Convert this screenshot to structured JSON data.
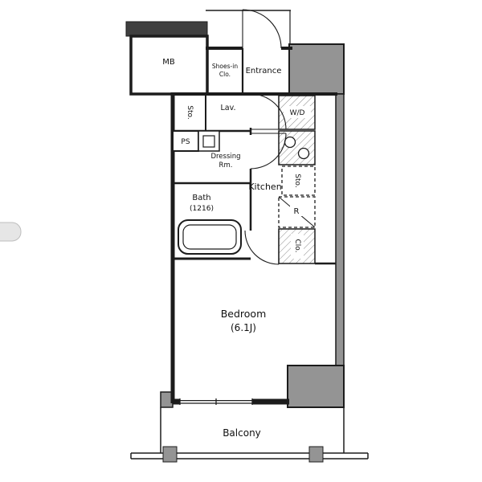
{
  "colors": {
    "wall": "#1c1c1c",
    "column_fill": "#949494",
    "dark_structure": "#3f3f3f",
    "background": "#ffffff",
    "hatch": "#888888"
  },
  "plan": {
    "mb": {
      "label": "MB"
    },
    "shoes_closet": {
      "line1": "Shoes-in",
      "line2": "Clo."
    },
    "entrance": {
      "label": "Entrance"
    },
    "hall_storage": {
      "label": "Sto."
    },
    "lavatory": {
      "label": "Lav."
    },
    "washer_dryer": {
      "label": "W/D"
    },
    "pipe_space": {
      "label": "PS"
    },
    "dressing_room": {
      "line1": "Dressing",
      "line2": "Rm."
    },
    "kitchen": {
      "label": "Kitchen"
    },
    "kitchen_storage": {
      "label": "Sto."
    },
    "bath": {
      "line1": "Bath",
      "line2": "(1216)"
    },
    "refrigerator": {
      "label": "R"
    },
    "closet": {
      "label": "Clo."
    },
    "bedroom": {
      "line1": "Bedroom",
      "line2": "(6.1J)"
    },
    "balcony": {
      "label": "Balcony"
    }
  }
}
